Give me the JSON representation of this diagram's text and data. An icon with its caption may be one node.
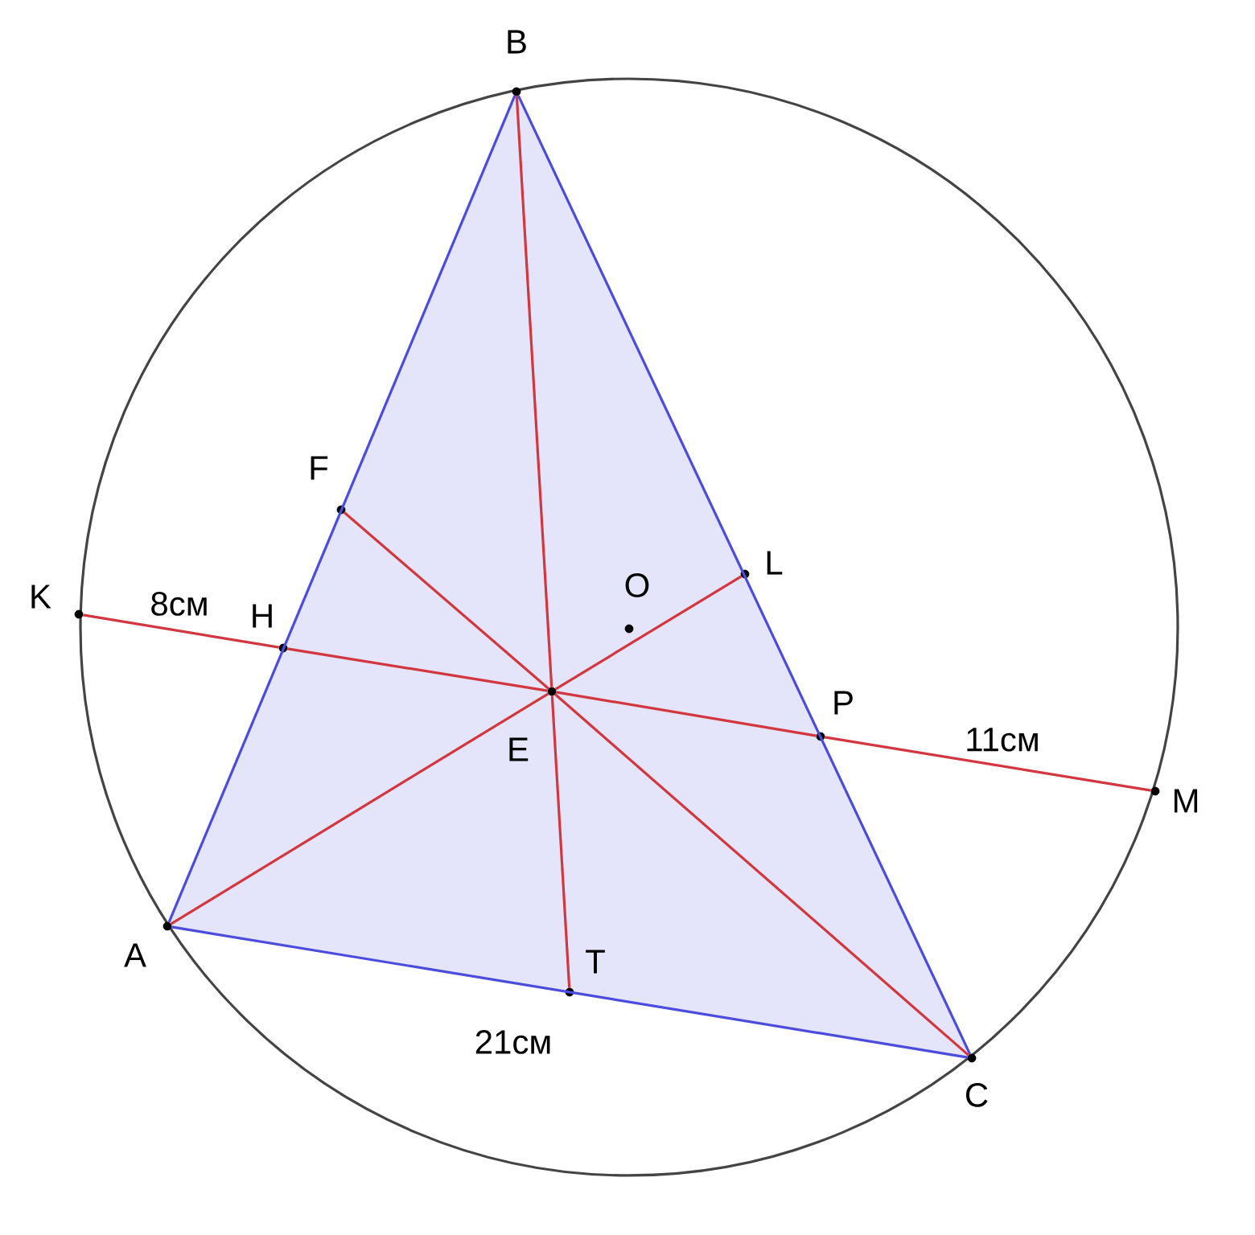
{
  "diagram": {
    "nodes": [
      {
        "text": [
          "B"
        ]
      },
      {
        "text": [
          "F"
        ]
      },
      {
        "text": [
          "K"
        ]
      },
      {
        "text": [
          "H"
        ]
      },
      {
        "text": [
          "O"
        ]
      },
      {
        "text": [
          "L"
        ]
      },
      {
        "text": [
          "E"
        ]
      },
      {
        "text": [
          "P"
        ]
      },
      {
        "text": [
          "M"
        ]
      },
      {
        "text": [
          "A"
        ]
      },
      {
        "text": [
          "T"
        ]
      },
      {
        "text": [
          "C"
        ]
      }
    ],
    "edges": [
      {
        "from": 9,
        "to": 0,
        "arrow": "none",
        "color": "#4b4bdc"
      },
      {
        "from": 0,
        "to": 11,
        "arrow": "none",
        "color": "#4b4bdc"
      },
      {
        "from": 9,
        "to": 11,
        "arrow": "none",
        "color": "#4b4bdc",
        "label": "21см"
      },
      {
        "from": 0,
        "to": 6,
        "arrow": "none"
      },
      {
        "from": 6,
        "to": 10,
        "arrow": "none"
      },
      {
        "from": 1,
        "to": 6,
        "arrow": "none"
      },
      {
        "from": 6,
        "to": 11,
        "arrow": "none"
      },
      {
        "from": 9,
        "to": 6,
        "arrow": "none"
      },
      {
        "from": 6,
        "to": 5,
        "arrow": "none"
      },
      {
        "from": 2,
        "to": 3,
        "arrow": "none",
        "label": "8см"
      },
      {
        "from": 3,
        "to": 6,
        "arrow": "none"
      },
      {
        "from": 6,
        "to": 7,
        "arrow": "none"
      },
      {
        "from": 7,
        "to": 8,
        "arrow": "none",
        "label": "11см"
      }
    ]
  }
}
